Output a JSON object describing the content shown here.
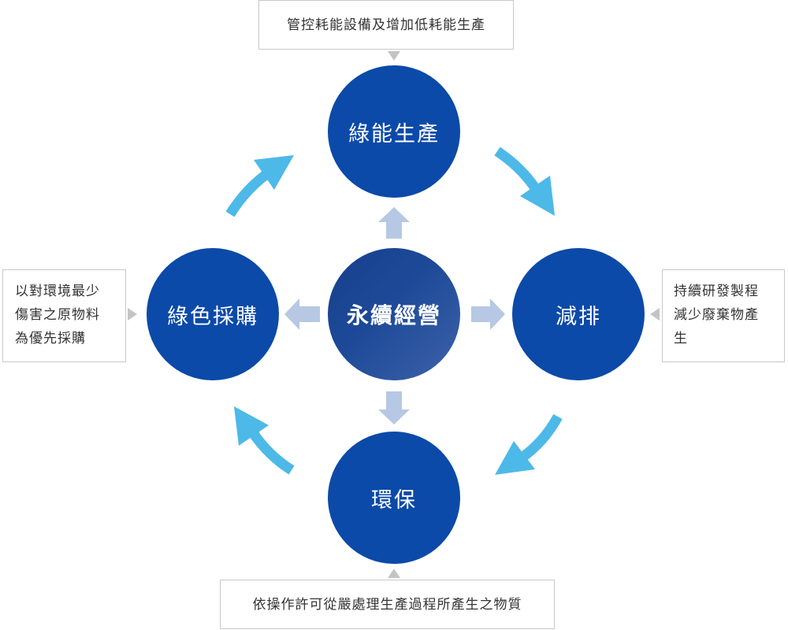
{
  "colors": {
    "node_fill": "#0b4aa8",
    "center_fill": "#1d4a98",
    "cycle_arrow": "#4db9e8",
    "inner_arrow": "#b6c8e4",
    "pointer": "#c4c4c4",
    "note_border": "#c9c9c9"
  },
  "center": {
    "label": "永續經營"
  },
  "nodes": {
    "top": {
      "label": "綠能生產"
    },
    "right": {
      "label": "減排"
    },
    "bottom": {
      "label": "環保"
    },
    "left": {
      "label": "綠色採購"
    }
  },
  "notes": {
    "top": "管控耗能設備及增加低耗能生產",
    "right": "持續研發製程\n減少廢棄物產\n生",
    "bottom": "依操作許可從嚴處理生產過程所產生之物質",
    "left": "以對環境最少\n傷害之原物料\n為優先採購"
  },
  "cycle": {
    "direction": "clockwise",
    "arrow_icon": "curved-arrow-icon"
  }
}
